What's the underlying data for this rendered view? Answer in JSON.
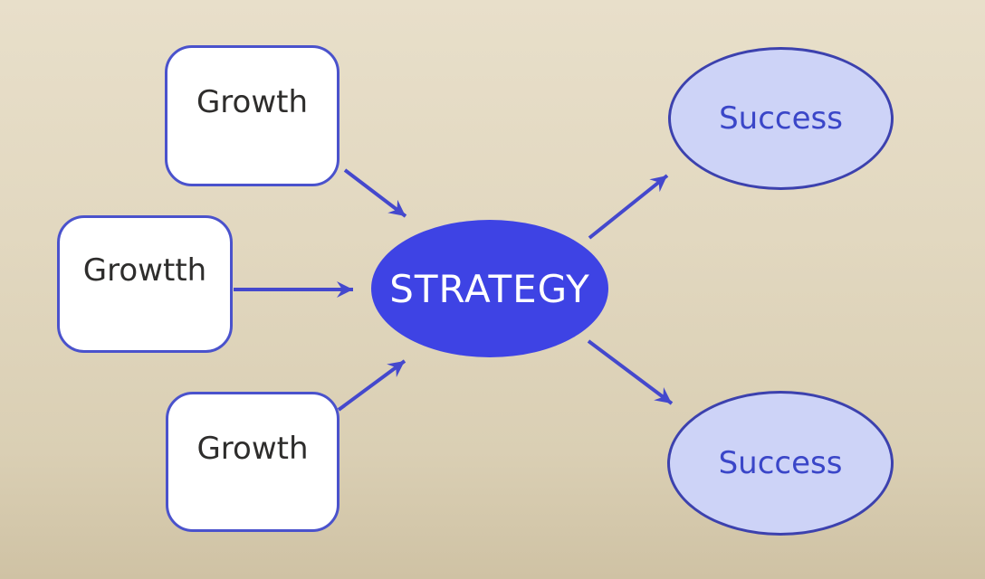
{
  "diagram": {
    "title": "strategy-flow-diagram",
    "nodes": {
      "growth_top": {
        "label": "Growth",
        "shape": "rounded-rectangle"
      },
      "growth_middle": {
        "label": "Growtth",
        "shape": "rounded-rectangle"
      },
      "growth_bottom": {
        "label": "Growth",
        "shape": "rounded-rectangle"
      },
      "strategy": {
        "label": "STRATEGY",
        "shape": "ellipse"
      },
      "success_top": {
        "label": "Success",
        "shape": "ellipse"
      },
      "success_bottom": {
        "label": "Success",
        "shape": "ellipse"
      }
    },
    "edges": [
      {
        "from": "growth_top",
        "to": "strategy"
      },
      {
        "from": "growth_middle",
        "to": "strategy"
      },
      {
        "from": "growth_bottom",
        "to": "strategy"
      },
      {
        "from": "strategy",
        "to": "success_top"
      },
      {
        "from": "strategy",
        "to": "success_bottom"
      }
    ],
    "colors": {
      "background_top": "#e8dfca",
      "background_bottom": "#cfc2a4",
      "box_fill": "#ffffff",
      "box_border": "#4a52cc",
      "box_text": "#2e2d2c",
      "strategy_fill": "#3e43e4",
      "strategy_text": "#ffffff",
      "success_fill": "#cdd3f7",
      "success_border": "#3c41ae",
      "success_text": "#3a46c8",
      "arrow": "#4448cd"
    }
  }
}
